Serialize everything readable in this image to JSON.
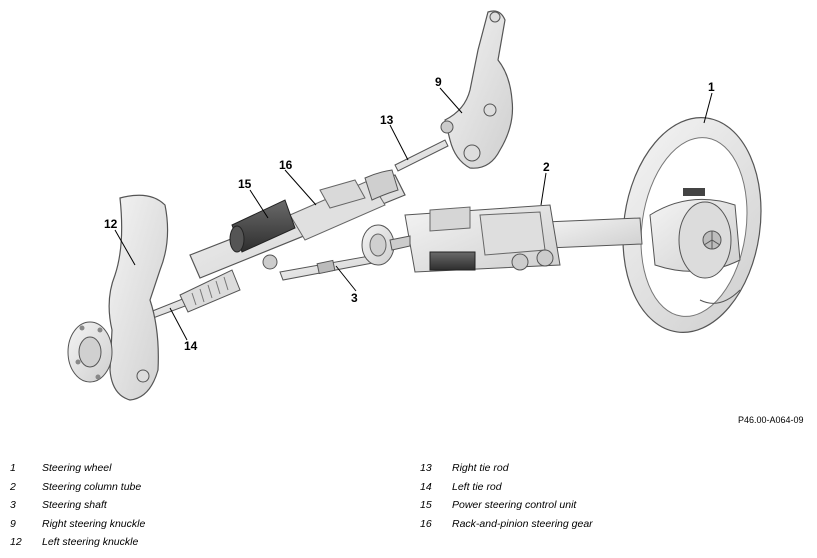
{
  "diagram": {
    "reference_code": "P46.00-A064-09",
    "callouts": [
      {
        "id": "1",
        "label": "1"
      },
      {
        "id": "2",
        "label": "2"
      },
      {
        "id": "3",
        "label": "3"
      },
      {
        "id": "9",
        "label": "9"
      },
      {
        "id": "12",
        "label": "12"
      },
      {
        "id": "13",
        "label": "13"
      },
      {
        "id": "14",
        "label": "14"
      },
      {
        "id": "15",
        "label": "15"
      },
      {
        "id": "16",
        "label": "16"
      }
    ]
  },
  "legend": {
    "left": [
      {
        "num": "1",
        "text": "Steering wheel"
      },
      {
        "num": "2",
        "text": "Steering column tube"
      },
      {
        "num": "3",
        "text": "Steering shaft"
      },
      {
        "num": "9",
        "text": "Right steering knuckle"
      },
      {
        "num": "12",
        "text": "Left steering knuckle"
      }
    ],
    "right": [
      {
        "num": "13",
        "text": "Right tie rod"
      },
      {
        "num": "14",
        "text": "Left tie rod"
      },
      {
        "num": "15",
        "text": "Power steering control unit"
      },
      {
        "num": "16",
        "text": "Rack-and-pinion steering gear"
      }
    ]
  },
  "colors": {
    "part_fill": "#e9e9e9",
    "part_stroke": "#555555",
    "dark_part": "#3c3c3c",
    "leader": "#000000"
  }
}
